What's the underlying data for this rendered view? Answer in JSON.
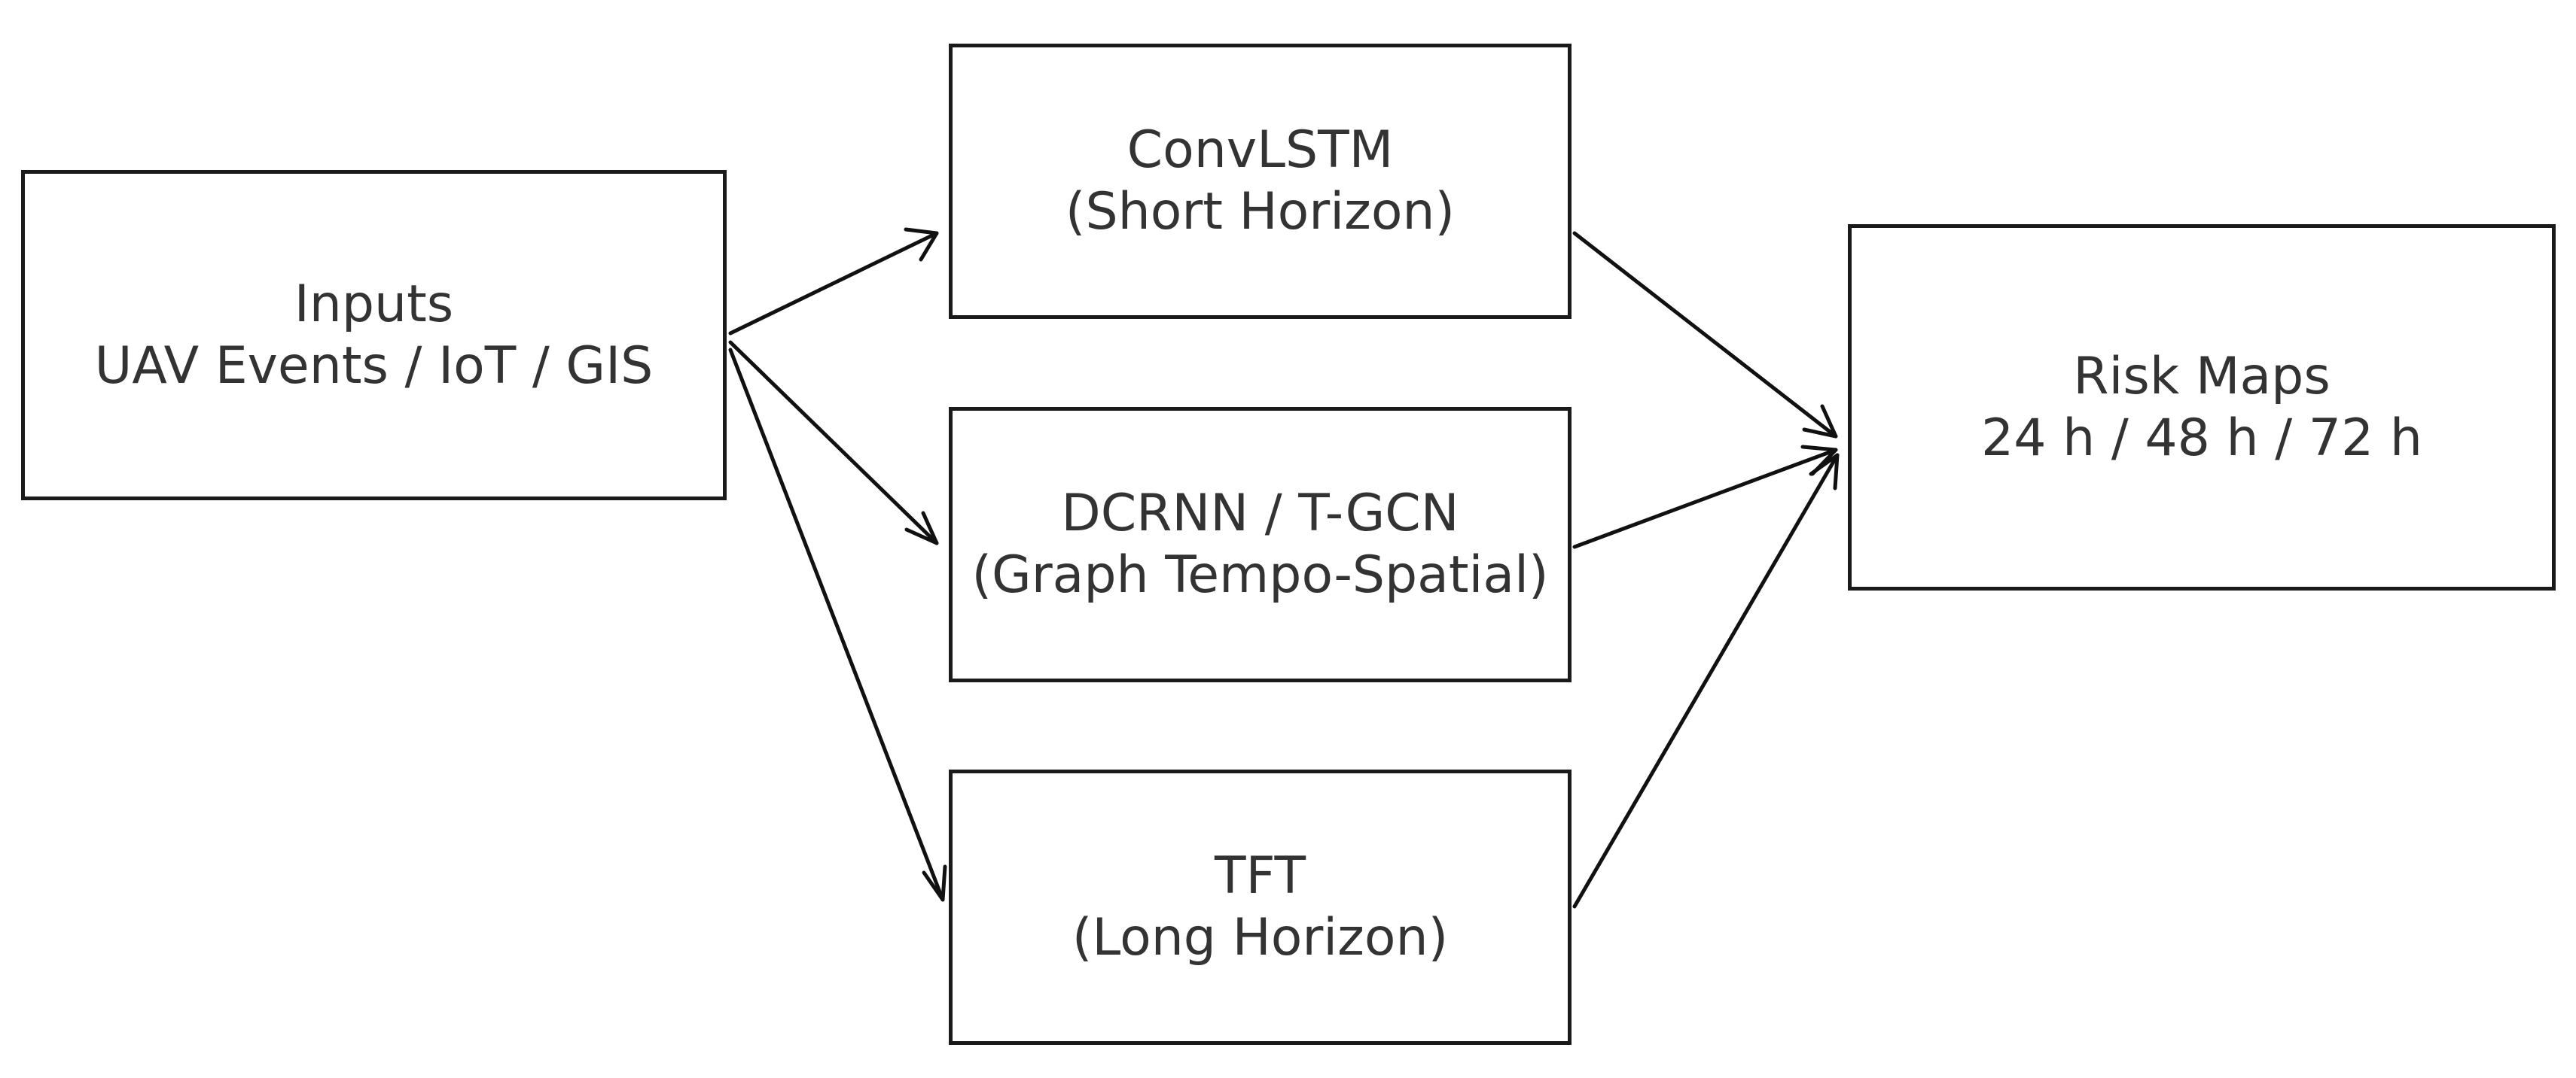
{
  "nodes": {
    "inputs": {
      "line1": "Inputs",
      "line2": "UAV Events / IoT / GIS"
    },
    "convlstm": {
      "line1": "ConvLSTM",
      "line2": "(Short Horizon)"
    },
    "dcrnn": {
      "line1": "DCRNN / T-GCN",
      "line2": "(Graph Tempo-Spatial)"
    },
    "tft": {
      "line1": "TFT",
      "line2": "(Long Horizon)"
    },
    "risk": {
      "line1": "Risk Maps",
      "line2": "24 h / 48 h / 72 h"
    }
  },
  "edges": [
    {
      "from": "inputs",
      "to": "convlstm"
    },
    {
      "from": "inputs",
      "to": "dcrnn"
    },
    {
      "from": "inputs",
      "to": "tft"
    },
    {
      "from": "convlstm",
      "to": "risk"
    },
    {
      "from": "dcrnn",
      "to": "risk"
    },
    {
      "from": "tft",
      "to": "risk"
    }
  ]
}
